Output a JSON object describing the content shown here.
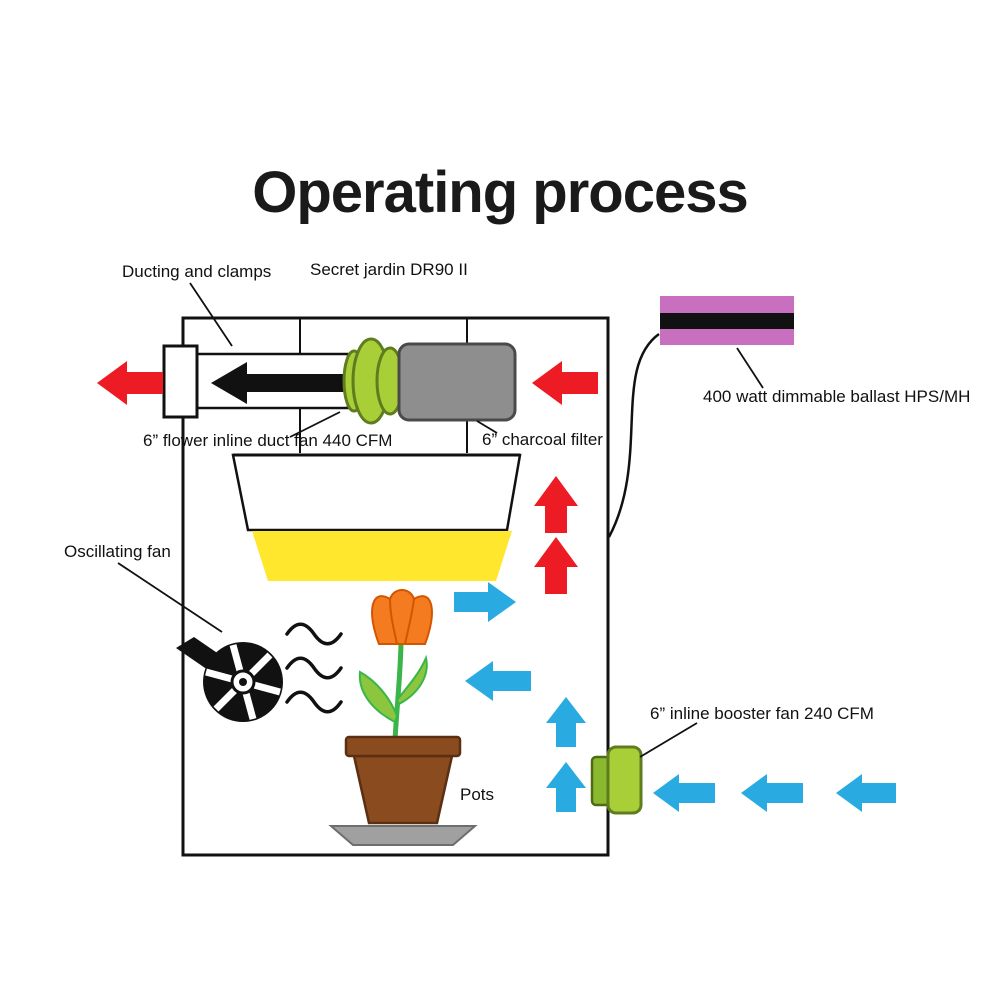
{
  "title": "Operating process",
  "labels": {
    "ducting_clamps": "Ducting and clamps",
    "secret_jardin": "Secret jardin DR90 II",
    "ballast": "400 watt dimmable ballast HPS/MH",
    "duct_fan": "6” flower inline duct fan 440 CFM",
    "charcoal_filter": "6” charcoal filter",
    "oscillating_fan": "Oscillating fan",
    "booster_fan": "6” inline booster fan 240 CFM",
    "pots": "Pots"
  },
  "colors": {
    "red": "#ed1c24",
    "blue": "#29abe2",
    "green": "#a8cf38",
    "green_dark": "#5f7d1f",
    "yellow": "#ffe72e",
    "pink": "#c96fc0",
    "gray": "#8e8e8e",
    "brown": "#8a4b1e",
    "orange": "#f47b20",
    "leaf_green": "#8cc63f",
    "stem_green": "#39b54a",
    "line": "#111111"
  }
}
